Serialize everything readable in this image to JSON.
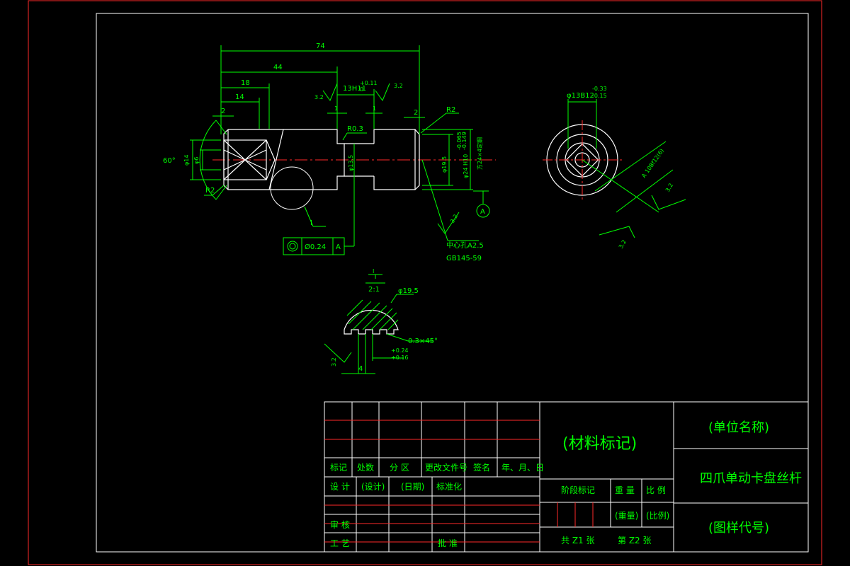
{
  "dims": {
    "total_length": "74",
    "len_44": "44",
    "len_18": "18",
    "len_14": "14",
    "groove": "13H11",
    "groove_tol": "+0.11",
    "groove_tol2": "0",
    "chamfer_left": "2",
    "chamfer_right": "2",
    "small_1a": "1",
    "small_1b": "1",
    "radius_r2_top": "R2",
    "radius_r2_bottom": "R2",
    "radius_r03": "R0.3",
    "angle_60": "60°",
    "dia_14": "φ14",
    "dia_6": "φ6",
    "dia_135": "φ13.5",
    "dia_195": "φ19.5",
    "dia_24": "φ24 H10",
    "dia_24_tol_a": "-0.065",
    "dia_24_tol_b": "-0.149",
    "square": "方24×4定鋼",
    "rough_a": "3.2",
    "rough_b": "3.2",
    "rough_c": "3.2",
    "rough_d": "3.2",
    "datum_a": "A",
    "center_hole": "中心孔A2.5",
    "center_std": "GB145-59",
    "detail_label": "I",
    "fcf_dia": "Ø0.24",
    "fcf_datum": "A",
    "side_dia": "φ13B12",
    "side_tol_a": "-0.33",
    "side_tol_b": "-0.15",
    "side_a_label": "A 10Bf12(6)",
    "side_rough_a": "3.2",
    "side_rough_b": "3.2",
    "detail_title": "I",
    "detail_scale": "2:1",
    "detail_dia": "φ19.5",
    "detail_chamfer": "0.3×45°",
    "detail_tol_a": "+0.24",
    "detail_tol_b": "+0.16",
    "detail_4": "4",
    "detail_rough": "3.2"
  },
  "title_block": {
    "material": "(材料标记)",
    "unit": "(单位名称)",
    "part_name": "四爪单动卡盘丝杆",
    "drawing_no": "(图样代号)",
    "col_mark": "标记",
    "col_count": "处数",
    "col_zone": "分 区",
    "col_doc": "更改文件号",
    "col_sign": "签名",
    "col_date": "年、月、日",
    "design": "设 计",
    "design_v": "(设计)",
    "date_v": "(日期)",
    "standard": "标准化",
    "stage_mark": "阶段标记",
    "weight": "重 量",
    "scale": "比 例",
    "weight_v": "(重量)",
    "scale_v": "(比例)",
    "check": "审 核",
    "process": "工 艺",
    "approve": "批 准",
    "total_sheets": "共 Z1 张",
    "sheet_no": "第 Z2 张"
  }
}
